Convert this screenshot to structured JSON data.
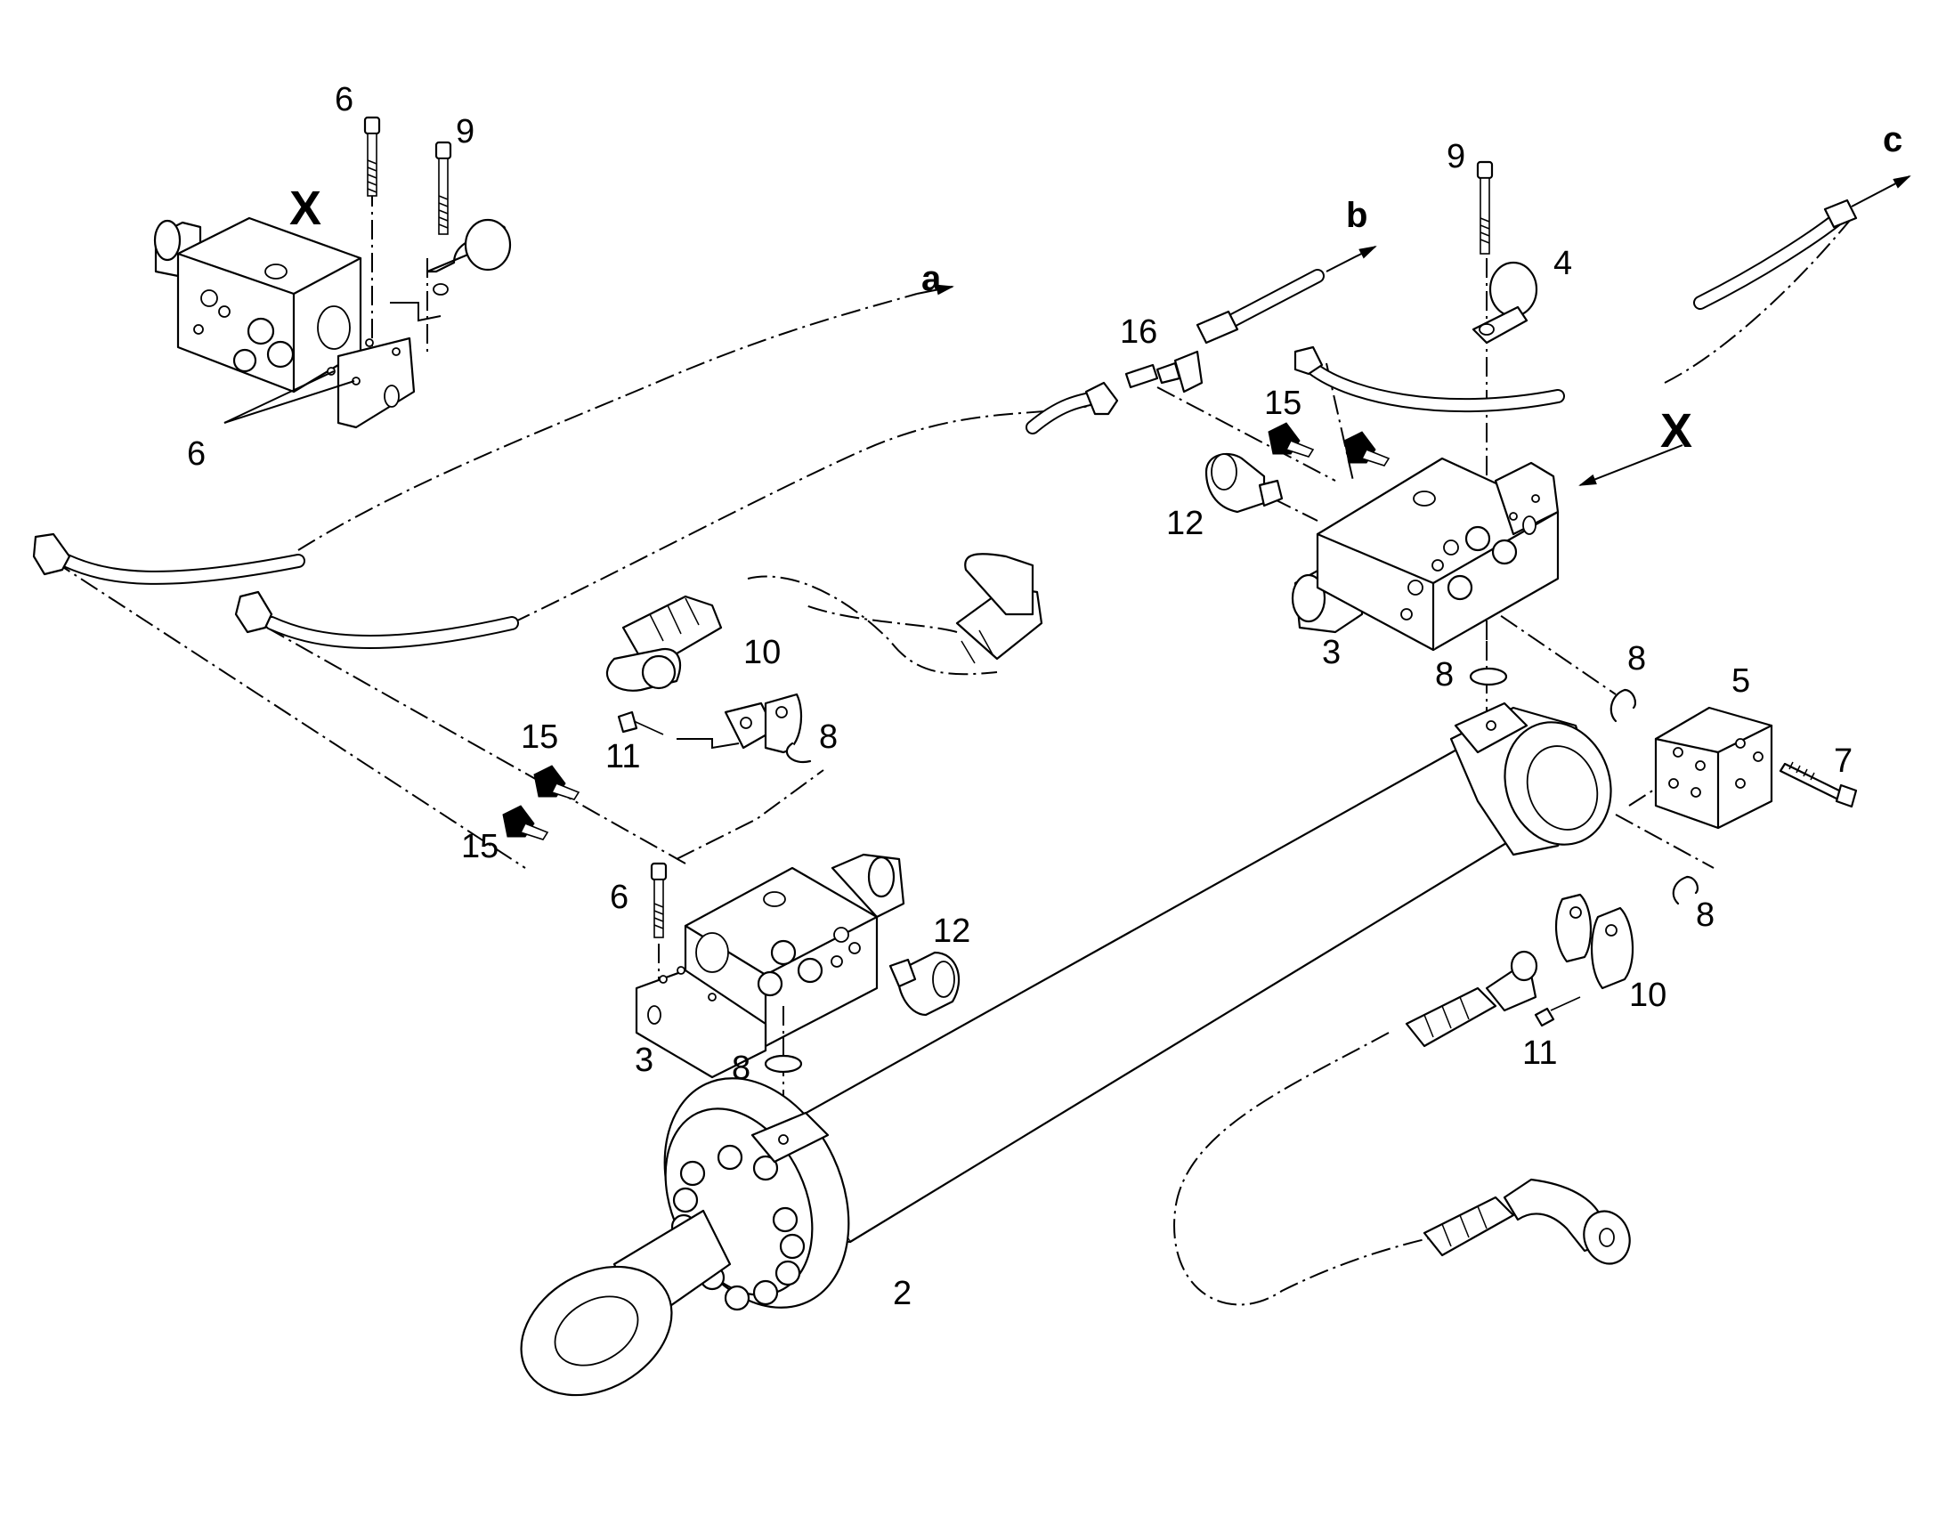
{
  "labels": {
    "view_x_top": "X",
    "view_x_right": "X",
    "arrow_a": "a",
    "arrow_b": "b",
    "arrow_c": "c",
    "p2": "2",
    "p3_left": "3",
    "p3_right": "3",
    "p4": "4",
    "p5": "5",
    "p6_top": "6",
    "p6_block": "6",
    "p6_left": "6",
    "p7": "7",
    "p8_center": "8",
    "p8_left_bottom": "8",
    "p8_right_top": "8",
    "p8_right_block": "8",
    "p8_right_lower": "8",
    "p9_top": "9",
    "p9_right": "9",
    "p10_left": "10",
    "p10_right": "10",
    "p11_left": "11",
    "p11_right": "11",
    "p12_left": "12",
    "p12_right": "12",
    "p15_left_top": "15",
    "p15_left_bottom": "15",
    "p15_right": "15",
    "p16": "16"
  }
}
